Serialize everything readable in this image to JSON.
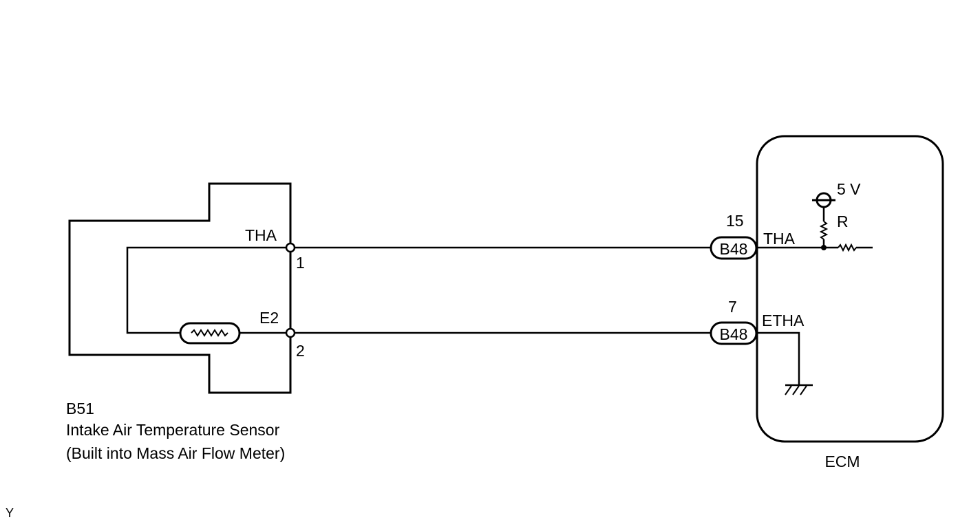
{
  "sensor": {
    "connector_id": "B51",
    "name": "Intake Air Temperature Sensor",
    "note": "(Built into Mass Air Flow Meter)",
    "pins": [
      {
        "signal": "THA",
        "number": "1"
      },
      {
        "signal": "E2",
        "number": "2"
      }
    ]
  },
  "ecm": {
    "label": "ECM",
    "connector": "B48",
    "pins": [
      {
        "number": "15",
        "signal": "THA"
      },
      {
        "number": "7",
        "signal": "ETHA"
      }
    ],
    "supply_label": "5 V",
    "resistor_label": "R"
  },
  "corner_mark": "Y",
  "style": {
    "line_color": "#000000",
    "background": "#ffffff"
  }
}
